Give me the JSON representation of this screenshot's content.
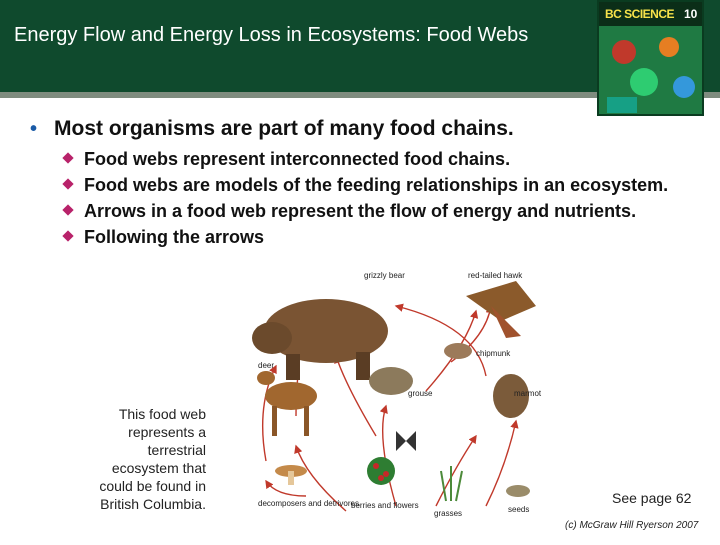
{
  "header": {
    "title": "Energy Flow and Energy Loss in Ecosystems: Food Webs",
    "cover_title": "BC SCIENCE",
    "cover_badge": "10"
  },
  "bullets": {
    "main": "Most organisms are part of many food chains.",
    "sub": [
      "Food webs represent interconnected food chains.",
      "Food webs are models of the feeding relationships in an ecosystem.",
      "Arrows in a food web represent the flow of energy and nutrients.",
      "Following the arrows"
    ]
  },
  "food_web": {
    "labels": {
      "grizzly_bear": "grizzly bear",
      "hawk": "red-tailed hawk",
      "chipmunk": "chipmunk",
      "deer": "deer",
      "grouse": "grouse",
      "marmot": "marmot",
      "decomposers": "decomposers and detrivores",
      "berries": "berries and flowers",
      "grasses": "grasses",
      "seeds": "seeds"
    }
  },
  "caption": "This food web represents a terrestrial ecosystem that could be found in British Columbia.",
  "see_page": "See page 62",
  "copyright": "(c) McGraw Hill Ryerson 2007",
  "colors": {
    "header_bg": "#0f4a2d",
    "bullet_blue": "#1a5aa6",
    "sub_bullet_magenta": "#b8226a",
    "arrow_red": "#c0392b"
  }
}
